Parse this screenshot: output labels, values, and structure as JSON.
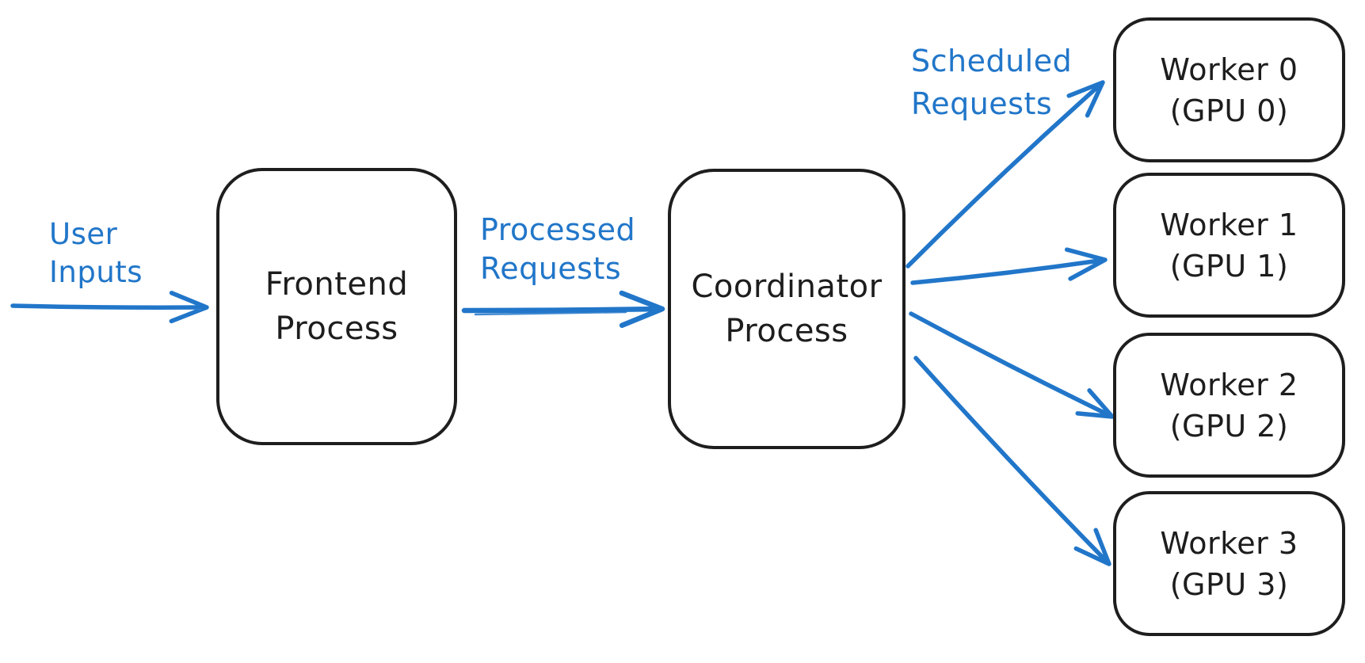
{
  "colors": {
    "background": "#ffffff",
    "node_stroke": "#1e1e1e",
    "node_fill": "#ffffff",
    "accent_blue": "#2176c9"
  },
  "nodes": {
    "frontend": {
      "line1": "Frontend",
      "line2": "Process"
    },
    "coordinator": {
      "line1": "Coordinator",
      "line2": "Process"
    },
    "worker0": {
      "line1": "Worker 0",
      "line2": "(GPU 0)"
    },
    "worker1": {
      "line1": "Worker 1",
      "line2": "(GPU 1)"
    },
    "worker2": {
      "line1": "Worker 2",
      "line2": "(GPU 2)"
    },
    "worker3": {
      "line1": "Worker 3",
      "line2": "(GPU 3)"
    }
  },
  "edge_labels": {
    "user_inputs": {
      "line1": "User",
      "line2": "Inputs"
    },
    "processed_requests": {
      "line1": "Processed",
      "line2": "Requests"
    },
    "scheduled_requests": {
      "line1": "Scheduled",
      "line2": "Requests"
    }
  },
  "edges": [
    {
      "from": "user",
      "to": "frontend",
      "label": "User Inputs"
    },
    {
      "from": "frontend",
      "to": "coordinator",
      "label": "Processed Requests"
    },
    {
      "from": "coordinator",
      "to": "worker0",
      "label": "Scheduled Requests"
    },
    {
      "from": "coordinator",
      "to": "worker1",
      "label": ""
    },
    {
      "from": "coordinator",
      "to": "worker2",
      "label": ""
    },
    {
      "from": "coordinator",
      "to": "worker3",
      "label": ""
    }
  ]
}
